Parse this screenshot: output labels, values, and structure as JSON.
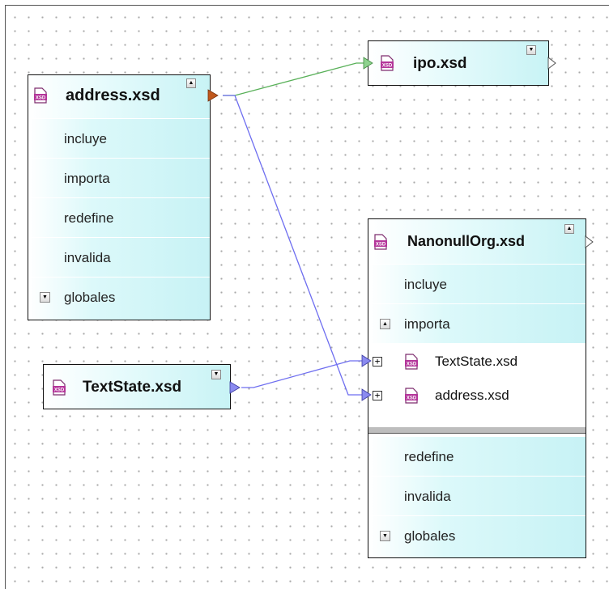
{
  "boxes": {
    "address": {
      "title": "address.xsd",
      "rows": [
        "incluye",
        "importa",
        "redefine",
        "invalida",
        "globales"
      ]
    },
    "ipo": {
      "title": "ipo.xsd"
    },
    "textstate": {
      "title": "TextState.xsd"
    },
    "nanonull": {
      "title": "NanonullOrg.xsd",
      "rows_top": [
        "incluye",
        "importa"
      ],
      "imports": [
        "TextState.xsd",
        "address.xsd"
      ],
      "rows_bottom": [
        "redefine",
        "invalida",
        "globales"
      ]
    }
  },
  "icon_label": "XSD",
  "colors": {
    "header_end": "#c8f3f5",
    "wire_green": "#58b058",
    "wire_blue": "#6e6ef0",
    "connector_orange": "#c0581c",
    "connector_blue": "#8a8af0",
    "icon_purple": "#b4359a"
  }
}
